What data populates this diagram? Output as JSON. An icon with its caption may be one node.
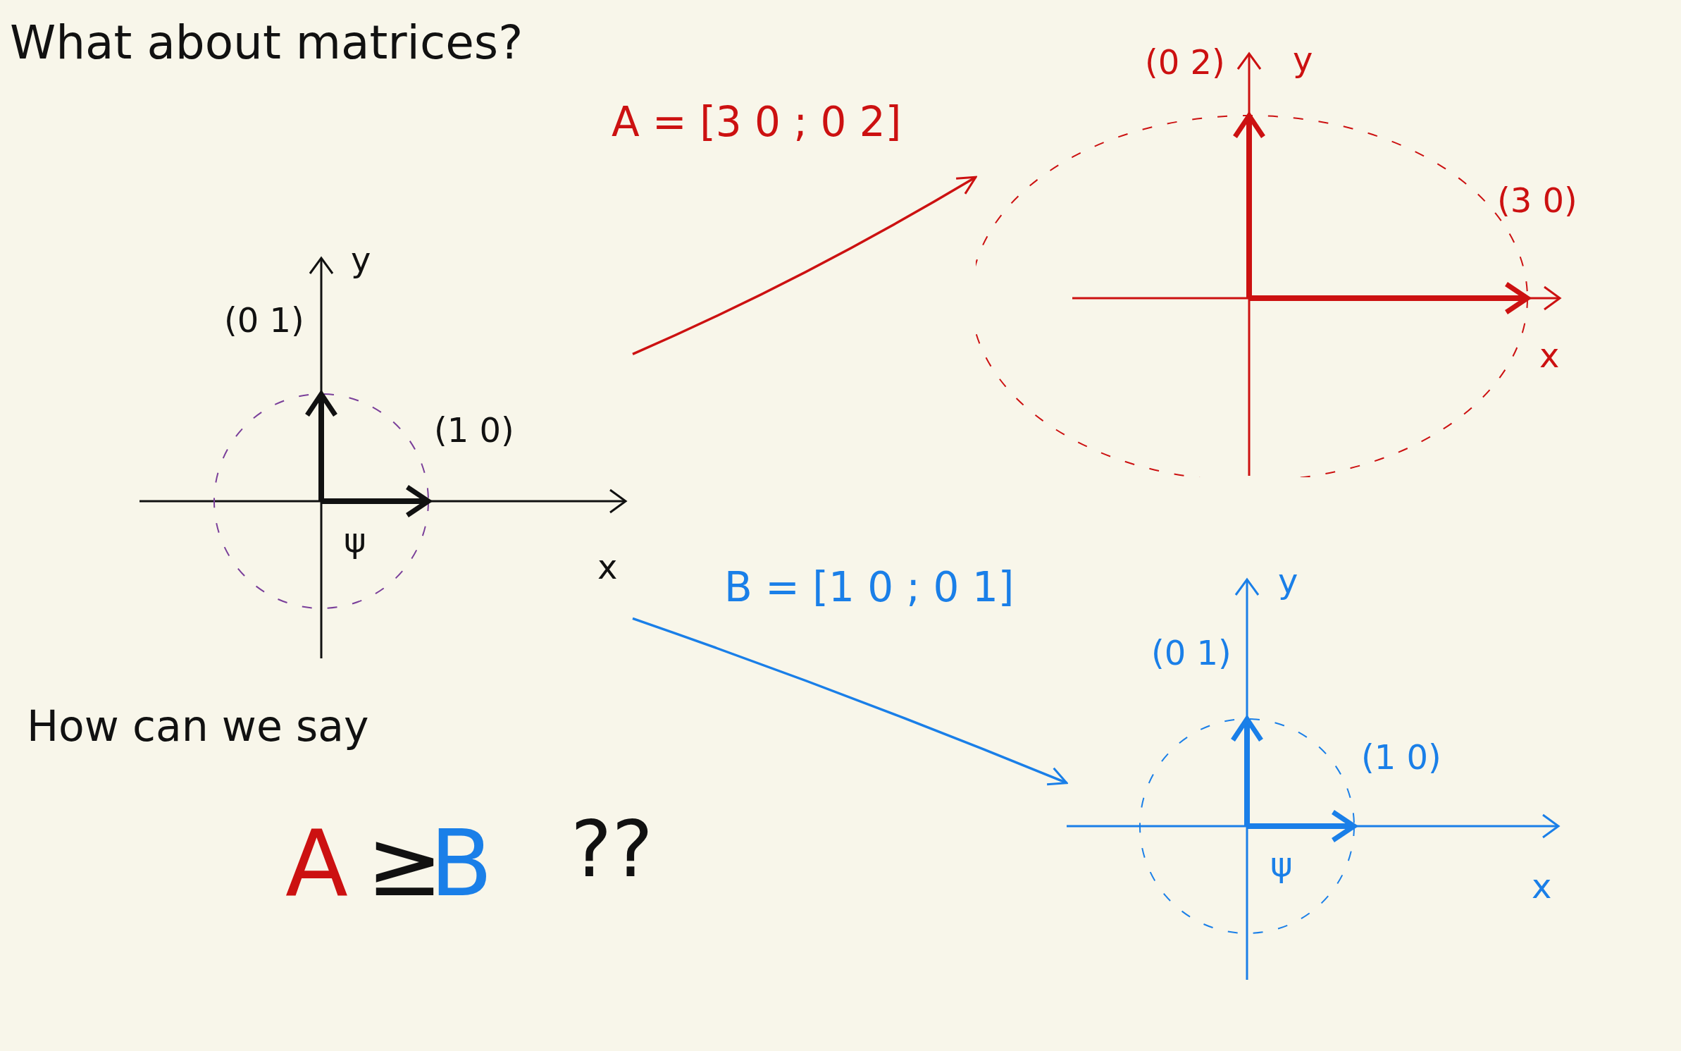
{
  "diagram": {
    "title": "What about matrices?",
    "nodes": [
      {
        "text": [
          "y",
          "(0 1)",
          "(1 0)",
          "ψ",
          "x"
        ]
      },
      {
        "text": [
          "(0 2)",
          "y",
          "(3 0)",
          "x"
        ]
      },
      {
        "text": [
          "y",
          "(0 1)",
          "(1 0)",
          "ψ",
          "x"
        ]
      }
    ],
    "edges": [
      {
        "from": 0,
        "to": 1,
        "arrow": "to",
        "label": "A = [3 0 ; 0 2]",
        "color": "#cc1111"
      },
      {
        "from": 0,
        "to": 2,
        "arrow": "to",
        "label": "B = [1 0 ; 0 1]",
        "color": "#1a7fe8"
      }
    ],
    "labels": [
      "How can we say",
      "A",
      "≥",
      "B",
      "??"
    ]
  }
}
